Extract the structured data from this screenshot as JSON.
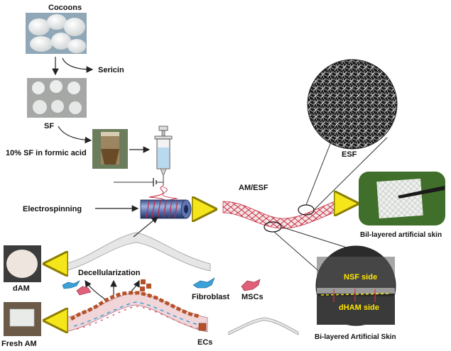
{
  "labels": {
    "cocoons": "Cocoons",
    "sericin": "Sericin",
    "sf": "SF",
    "sf_formic": "10% SF in formic acid",
    "electrospinning": "Electrospinning",
    "am_esf": "AM/ESF",
    "esf": "ESF",
    "bilayered_skin": "Bil-layered artificial skin",
    "decellularization": "Decellularization",
    "dam": "dAM",
    "fresh_am": "Fresh AM",
    "fibroblast": "Fibroblast",
    "mscs": "MSCs",
    "ecs": "ECs",
    "nsf_side": "NSF side",
    "dham_side": "dHAM side",
    "bilayered_skin_caption": "Bi-layered Artificial Skin"
  },
  "colors": {
    "arrow_yellow": "#f5e61c",
    "fiber_red": "#c8283c",
    "highlight_text": "#ffe600",
    "ec_brown": "#b5522a",
    "fibroblast_blue": "#3aa0d8",
    "msc_pink": "#e0607a"
  }
}
